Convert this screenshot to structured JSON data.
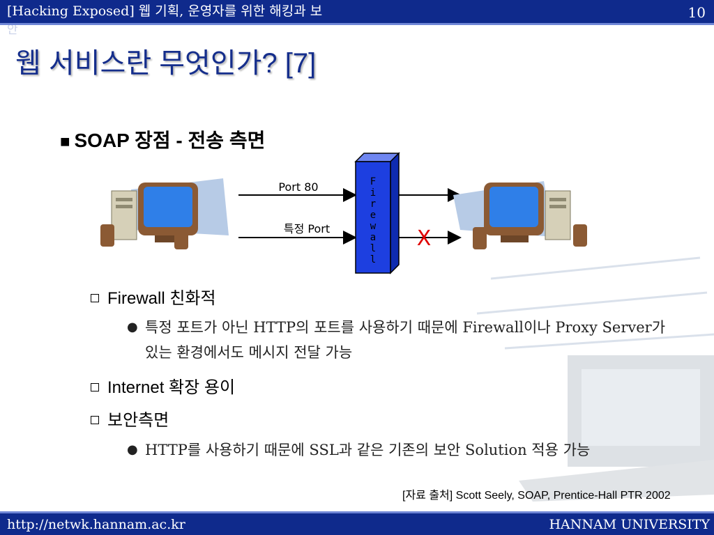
{
  "header": {
    "title": "[Hacking Exposed] 웹 기획, 운영자를 위한 해킹과 보",
    "title_wrap": "안",
    "page_number": "10"
  },
  "slide": {
    "heading": "웹 서비스란 무엇인가? [7]",
    "section_bullet": "■",
    "section_title": "SOAP 장점 - 전송 측면"
  },
  "diagram": {
    "port_top_label": "Port 80",
    "port_bottom_label": "특정 Port",
    "firewall_letters": [
      "F",
      "i",
      "r",
      "e",
      "w",
      "a",
      "l",
      "l"
    ],
    "blocked_mark": "X",
    "colors": {
      "firewall": "#1d3fe0",
      "blocked": "#e00000",
      "monitor_screen": "#2f7fe8"
    },
    "icons": [
      "computer-left-icon",
      "computer-right-icon"
    ]
  },
  "bullets": [
    {
      "text": "Firewall 친화적",
      "sub": "특정 포트가 아닌 HTTP의 포트를 사용하기 때문에 Firewall이나 Proxy Server가 있는 환경에서도 메시지 전달 가능"
    },
    {
      "text": "Internet 확장 용이"
    },
    {
      "text": "보안측면",
      "sub": "HTTP를 사용하기 때문에 SSL과 같은 기존의 보안 Solution 적용 가능"
    }
  ],
  "sub_bullet": "●",
  "source": "[자료 출처] Scott Seely, SOAP, Prentice-Hall PTR 2002",
  "footer": {
    "url": "http://netwk.hannam.ac.kr",
    "university": "HANNAM  UNIVERSITY"
  }
}
